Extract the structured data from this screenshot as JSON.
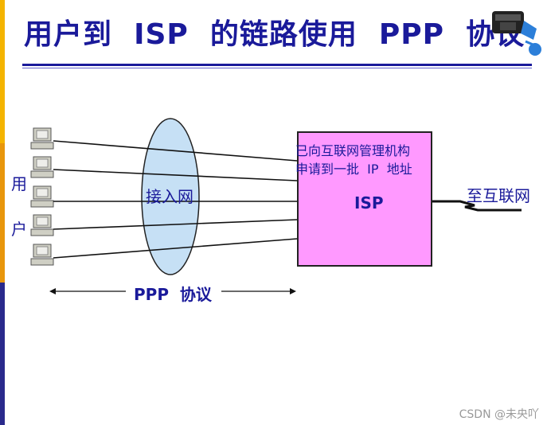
{
  "slide": {
    "title": "用户到  ISP  的链路使用  PPP  协议",
    "sidebar_colors": [
      "#f4b400",
      "#e8960c",
      "#2a2a8c"
    ]
  },
  "diagram": {
    "user_label_1": "用",
    "user_label_2": "户",
    "access_network_label": "接入网",
    "isp_note_line1": "已向互联网管理机构",
    "isp_note_line2": "申请到一批  IP  地址",
    "isp_label": "ISP",
    "internet_label": "至互联网",
    "protocol_label": "PPP  协议",
    "text_color": "#1a1a9a",
    "isp_fill": "#ff99ff",
    "ellipse_fill": "#c6e0f5"
  },
  "watermark": "CSDN @未央吖"
}
